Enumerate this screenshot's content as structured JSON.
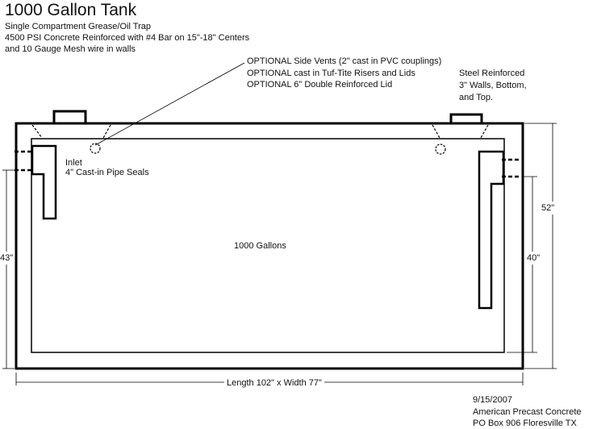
{
  "title": "1000 Gallon Tank",
  "subtitle_lines": [
    "Single Compartment Grease/Oil Trap",
    "4500 PSI Concrete Reinforced with #4 Bar on 15\"-18\" Centers",
    "and 10  Gauge Mesh wire in walls"
  ],
  "optional_lines": [
    "OPTIONAL Side Vents (2\" cast in PVC couplings)",
    "OPTIONAL cast in Tuf-Tite Risers and Lids",
    "OPTIONAL 6\" Double Reinforced Lid"
  ],
  "steel_lines": [
    "Steel Reinforced",
    "3\" Walls, Bottom,",
    "and Top."
  ],
  "inlet_lines": [
    "Inlet",
    "4\" Cast-in Pipe Seals"
  ],
  "capacity_label": "1000 Gallons",
  "dimensions": {
    "left_height": "43\"",
    "right_height": "52\"",
    "right_inner_height": "40\"",
    "bottom": "Length 102\" x Width 77\""
  },
  "footer": {
    "date": "9/15/2007",
    "company": "American Precast Concrete",
    "address": "PO Box 906 Floresville TX"
  }
}
